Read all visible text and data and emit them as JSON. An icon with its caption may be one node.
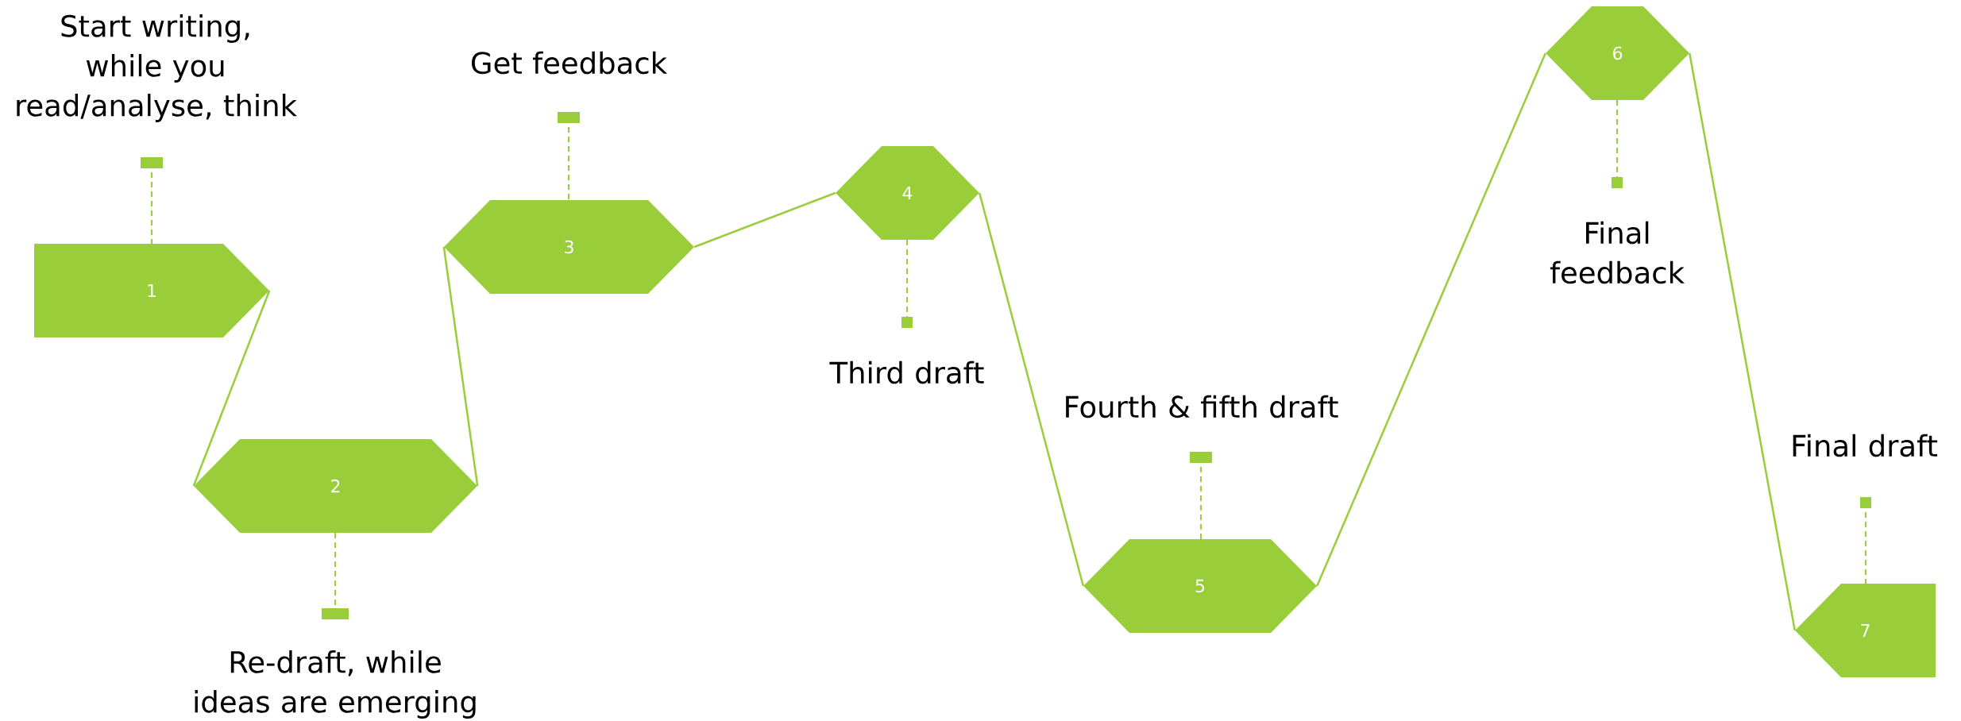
{
  "diagram": {
    "nodes": [
      {
        "text": [
          "1"
        ]
      },
      {
        "text": [
          "2"
        ]
      },
      {
        "text": [
          "3"
        ]
      },
      {
        "text": [
          "4"
        ]
      },
      {
        "text": [
          "5"
        ]
      },
      {
        "text": [
          "6"
        ]
      },
      {
        "text": [
          "7"
        ]
      }
    ],
    "edges": [
      {
        "from": 0,
        "to": 1,
        "arrow": "none"
      },
      {
        "from": 1,
        "to": 2,
        "arrow": "none"
      },
      {
        "from": 2,
        "to": 3,
        "arrow": "none"
      },
      {
        "from": 3,
        "to": 4,
        "arrow": "none"
      },
      {
        "from": 4,
        "to": 5,
        "arrow": "none"
      },
      {
        "from": 5,
        "to": 6,
        "arrow": "none"
      }
    ],
    "labels": [
      "Start writing, while you read/analyse, think",
      "Get feedback",
      "Final feedback",
      "Third draft",
      "Fourth & fifth draft",
      "Final draft",
      "Re-draft, while ideas are emerging"
    ]
  }
}
